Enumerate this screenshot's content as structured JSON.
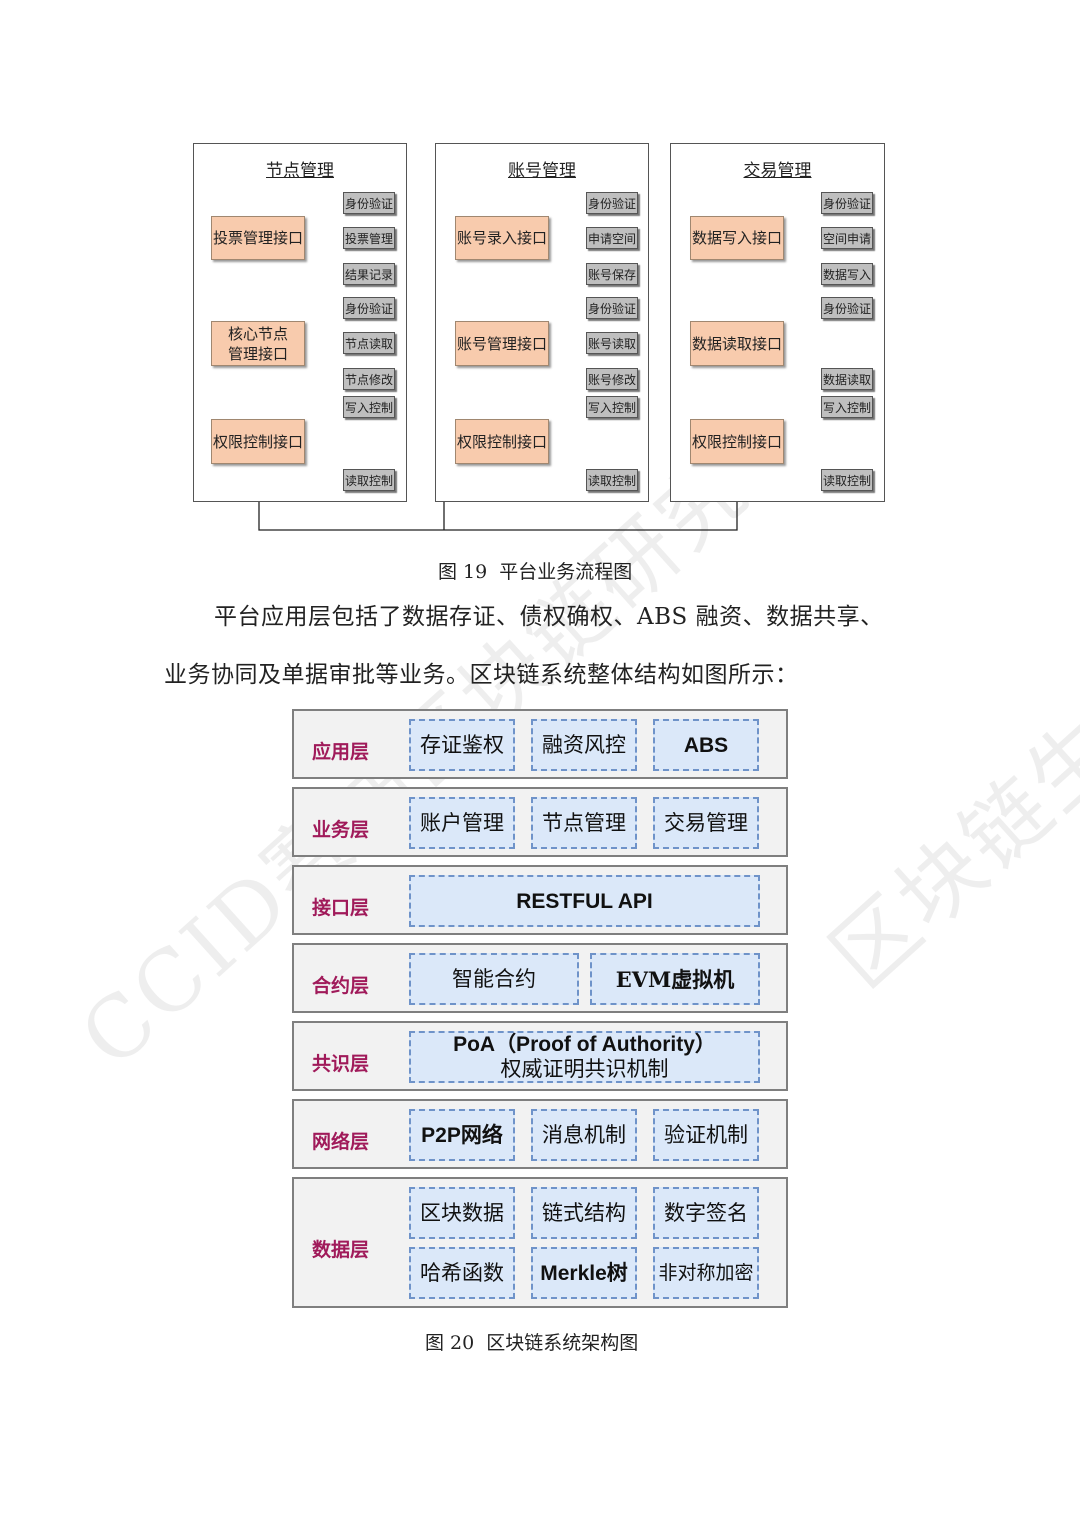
{
  "figure19": {
    "panels": [
      {
        "title": "节点管理",
        "interfaces": [
          "投票管理接口",
          "核心节点管理接口",
          "权限控制接口"
        ],
        "groups": [
          [
            "身份验证",
            "投票管理",
            "结果记录"
          ],
          [
            "身份验证",
            "节点读取",
            "节点修改"
          ],
          [
            "写入控制",
            "读取控制"
          ]
        ]
      },
      {
        "title": "账号管理",
        "interfaces": [
          "账号录入接口",
          "账号管理接口",
          "权限控制接口"
        ],
        "groups": [
          [
            "身份验证",
            "申请空间",
            "账号保存"
          ],
          [
            "身份验证",
            "账号读取",
            "账号修改"
          ],
          [
            "写入控制",
            "读取控制"
          ]
        ]
      },
      {
        "title": "交易管理",
        "interfaces": [
          "数据写入接口",
          "数据读取接口",
          "权限控制接口"
        ],
        "groups": [
          [
            "身份验证",
            "空间申请",
            "数据写入"
          ],
          [
            "身份验证",
            "数据读取"
          ],
          [
            "写入控制",
            "读取控制"
          ]
        ]
      }
    ],
    "caption": "图 19  平台业务流程图"
  },
  "paragraph": {
    "line1": "平台应用层包括了数据存证、债权确权、ABS 融资、数据共享、",
    "line2": "业务协同及单据审批等业务。区块链系统整体结构如图所示："
  },
  "figure20": {
    "layers": [
      {
        "name": "应用层",
        "items": [
          "存证鉴权",
          "融资风控",
          "ABS"
        ]
      },
      {
        "name": "业务层",
        "items": [
          "账户管理",
          "节点管理",
          "交易管理"
        ]
      },
      {
        "name": "接口层",
        "items": [
          "RESTFUL API"
        ]
      },
      {
        "name": "合约层",
        "items": [
          "智能合约",
          "EVM虚拟机"
        ]
      },
      {
        "name": "共识层",
        "items": [
          "PoA（Proof of Authority）",
          "权威证明共识机制"
        ]
      },
      {
        "name": "网络层",
        "items": [
          "P2P网络",
          "消息机制",
          "验证机制"
        ]
      },
      {
        "name": "数据层",
        "items": [
          "区块数据",
          "链式结构",
          "数字签名",
          "哈希函数",
          "Merkle树",
          "非对称加密"
        ]
      }
    ],
    "caption": "图 20  区块链系统架构图"
  },
  "watermark": {
    "line1": "CCID赛迪区块链研究院",
    "line2": "区块链生态联盟"
  }
}
